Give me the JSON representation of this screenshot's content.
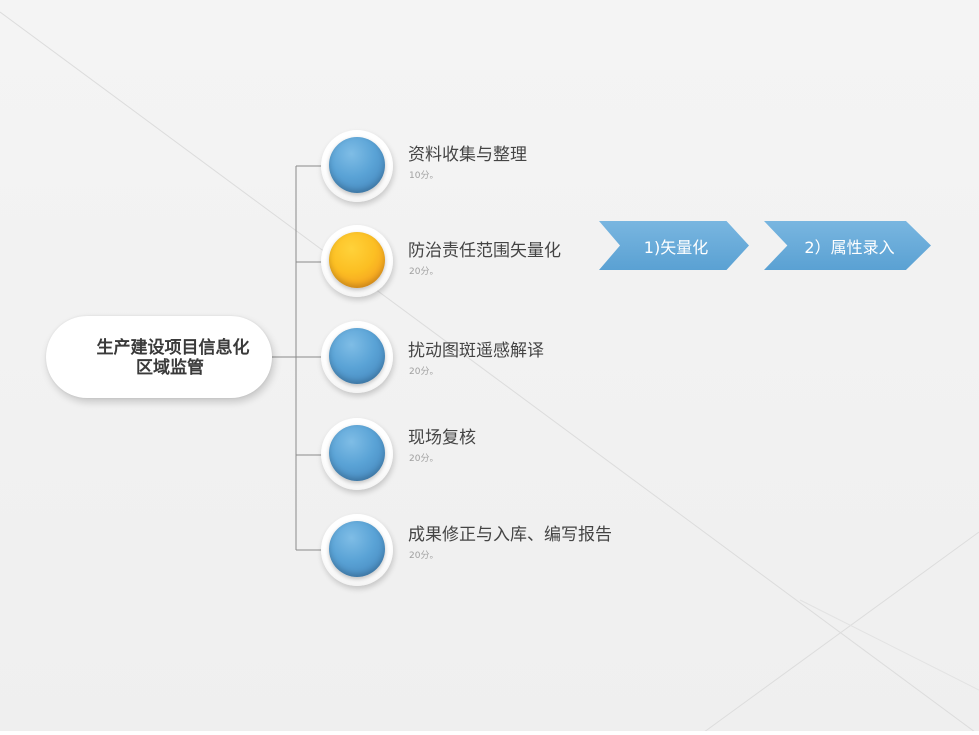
{
  "root": {
    "line1": "生产建设项目信息化",
    "line2": "区域监管"
  },
  "items": [
    {
      "title": "资料收集与整理",
      "sub": "10分。",
      "active": false
    },
    {
      "title": "防治责任范围矢量化",
      "sub": "20分。",
      "active": true
    },
    {
      "title": "扰动图斑遥感解译",
      "sub": "20分。",
      "active": false
    },
    {
      "title": "现场复核",
      "sub": "20分。",
      "active": false
    },
    {
      "title": "成果修正与入库、编写报告",
      "sub": "20分。",
      "active": false
    }
  ],
  "steps": [
    {
      "label": "1)矢量化"
    },
    {
      "label": "2）属性录入"
    }
  ],
  "colors": {
    "node_blue": "#5aa3d6",
    "node_active": "#fcbf23",
    "chevron": "#6aaddb"
  }
}
